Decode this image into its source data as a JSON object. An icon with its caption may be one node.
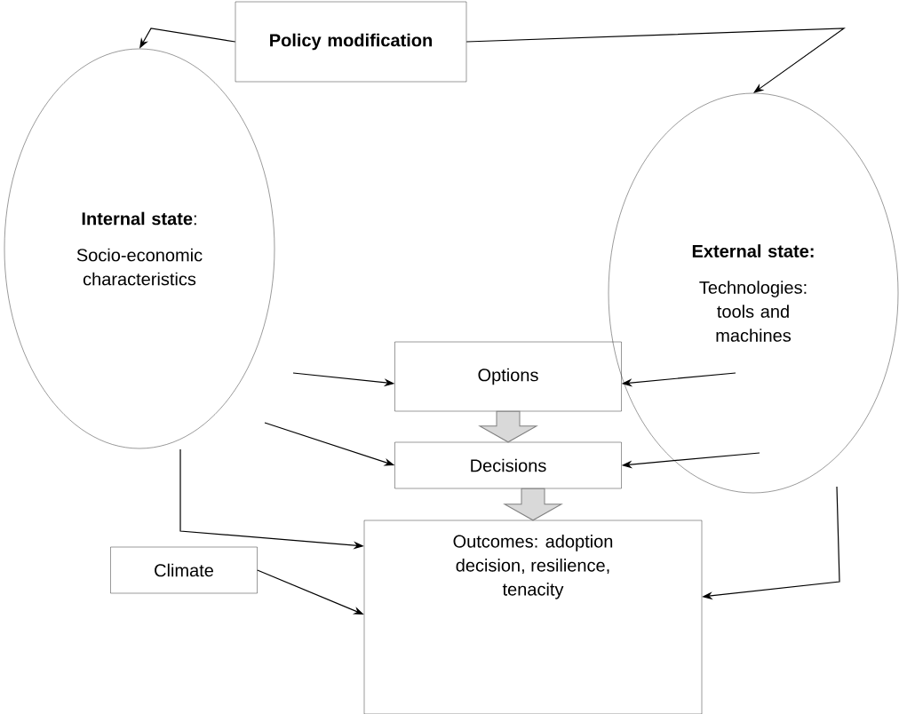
{
  "diagram": {
    "nodes": [
      {
        "text": [
          "Policy modification"
        ]
      },
      {
        "text": [
          "**Internal state**:",
          "Socio-economic characteristics"
        ]
      },
      {
        "text": [
          "External state:",
          "Technologies: tools and machines"
        ]
      },
      {
        "text": [
          "Options"
        ]
      },
      {
        "text": [
          "Decisions"
        ]
      },
      {
        "text": [
          "Outcomes: adoption decision, resilience, tenacity"
        ]
      },
      {
        "text": [
          "Climate"
        ]
      }
    ],
    "edges": [
      {
        "from": 0,
        "to": 1,
        "arrow": "to"
      },
      {
        "from": 0,
        "to": 2,
        "arrow": "to"
      },
      {
        "from": 1,
        "to": 3,
        "arrow": "to"
      },
      {
        "from": 1,
        "to": 4,
        "arrow": "to"
      },
      {
        "from": 2,
        "to": 3,
        "arrow": "to"
      },
      {
        "from": 2,
        "to": 4,
        "arrow": "to"
      },
      {
        "from": 3,
        "to": 4,
        "arrow": "to",
        "style": "thick",
        "color": "#d9d9d9"
      },
      {
        "from": 4,
        "to": 5,
        "arrow": "to",
        "style": "thick",
        "color": "#d9d9d9"
      },
      {
        "from": 1,
        "to": 5,
        "arrow": "to"
      },
      {
        "from": 2,
        "to": 5,
        "arrow": "to"
      },
      {
        "from": 6,
        "to": 5,
        "arrow": "to"
      }
    ]
  }
}
